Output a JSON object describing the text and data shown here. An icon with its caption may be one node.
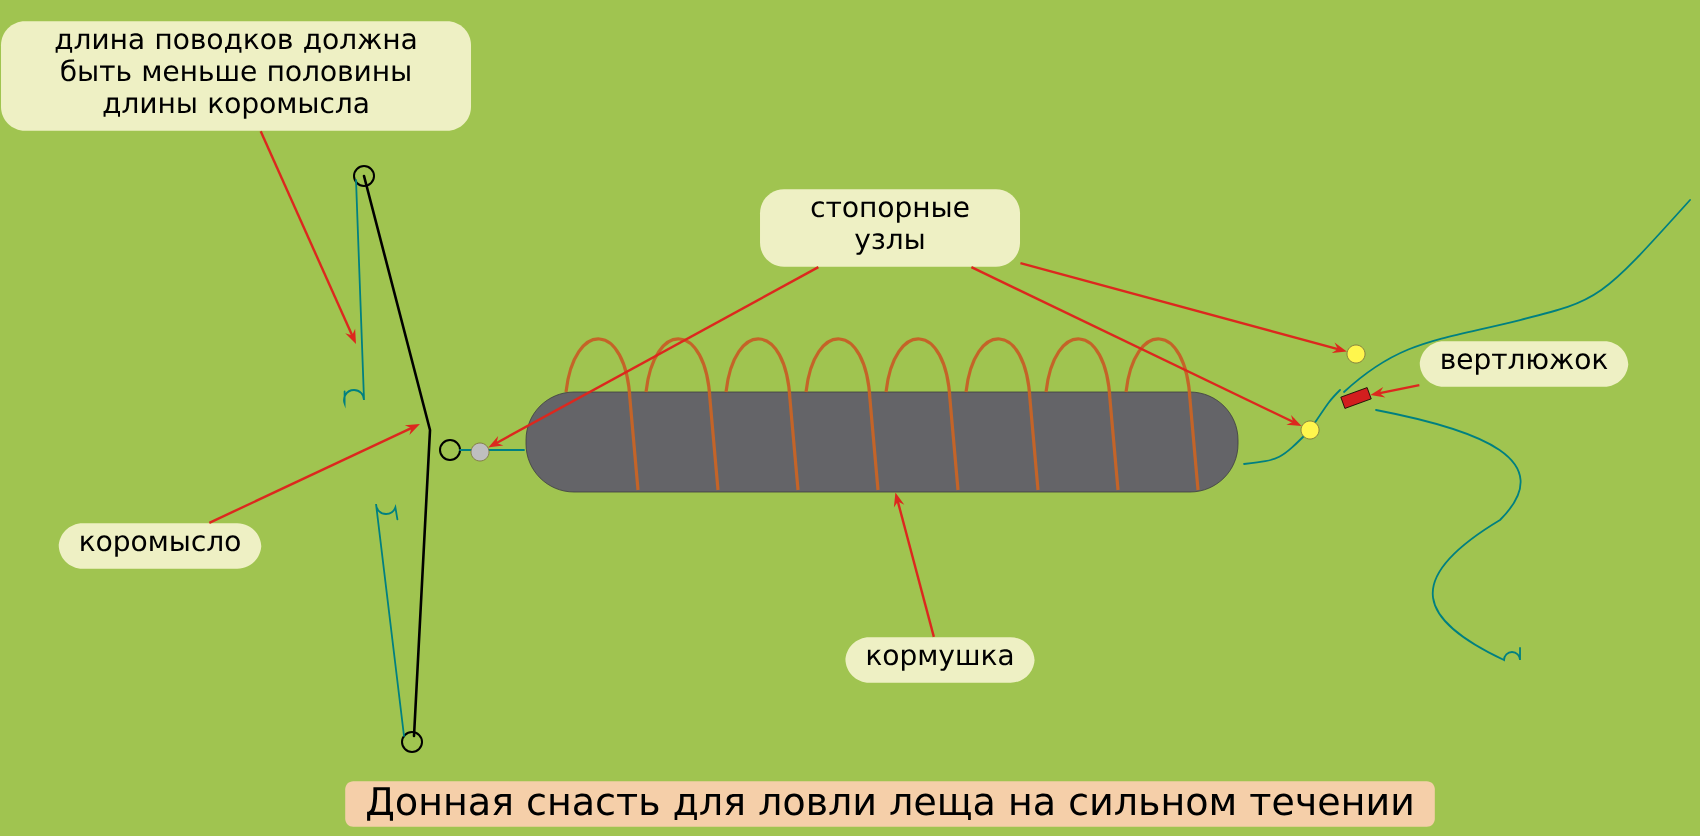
{
  "diagram": {
    "title": "Донная снасть для ловли леща на сильном течении",
    "nodes": [
      {
        "text": [
          "длина поводков должна быть меньше половины длины коромысла"
        ]
      },
      {
        "text": [
          "стопорные узлы"
        ]
      },
      {
        "text": [
          "вертлюжок"
        ]
      },
      {
        "text": [
          "коромысло"
        ]
      },
      {
        "text": [
          "кормушка"
        ]
      },
      {
        "text": [],
        "shape": "cylinder"
      },
      {
        "text": [],
        "shape": "circle"
      },
      {
        "text": [],
        "shape": "circle"
      },
      {
        "text": [],
        "shape": "circle"
      },
      {
        "text": [],
        "shape": "picture"
      }
    ],
    "edges": [
      {
        "from": 0,
        "to": null,
        "arrow": "to"
      },
      {
        "from": 1,
        "to": 6,
        "arrow": "to"
      },
      {
        "from": 1,
        "to": 7,
        "arrow": "to"
      },
      {
        "from": 1,
        "to": 8,
        "arrow": "to"
      },
      {
        "from": 2,
        "to": 9,
        "arrow": "to"
      },
      {
        "from": 3,
        "to": null,
        "arrow": "to"
      },
      {
        "from": 4,
        "to": 5,
        "arrow": "to"
      }
    ]
  }
}
